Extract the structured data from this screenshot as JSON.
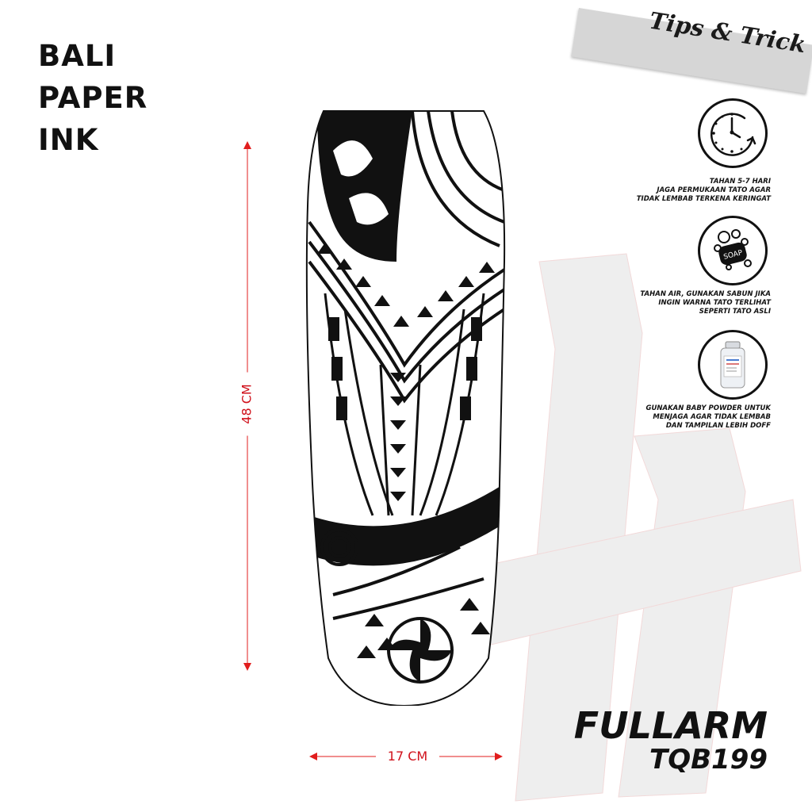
{
  "brand": {
    "line1": "BALI",
    "line2": "PAPER",
    "line3": "INK"
  },
  "tips_banner": {
    "label": "Tips & Trick"
  },
  "tips": [
    {
      "icon": "stopwatch-icon",
      "lines": [
        "TAHAN 5-7 HARI",
        "JAGA PERMUKAAN TATO AGAR",
        "TIDAK LEMBAB TERKENA KERINGAT"
      ]
    },
    {
      "icon": "soap-icon",
      "icon_text": "SOAP",
      "lines": [
        "TAHAN AIR, GUNAKAN SABUN JIKA",
        "INGIN WARNA TATO TERLIHAT",
        "SEPERTI TATO ASLI"
      ]
    },
    {
      "icon": "baby-powder-icon",
      "lines": [
        "GUNAKAN BABY POWDER UNTUK",
        "MENJAGA AGAR TIDAK LEMBAB",
        "DAN TAMPILAN LEBIH DOFF"
      ]
    }
  ],
  "dimensions": {
    "height_label": "48 CM",
    "width_label": "17 CM"
  },
  "product": {
    "type": "FULLARM",
    "code": "TQB199"
  },
  "colors": {
    "accent_red": "#e11d1d",
    "ink": "#111111",
    "band_gray": "#d6d6d6",
    "watermark": "#ececec"
  }
}
